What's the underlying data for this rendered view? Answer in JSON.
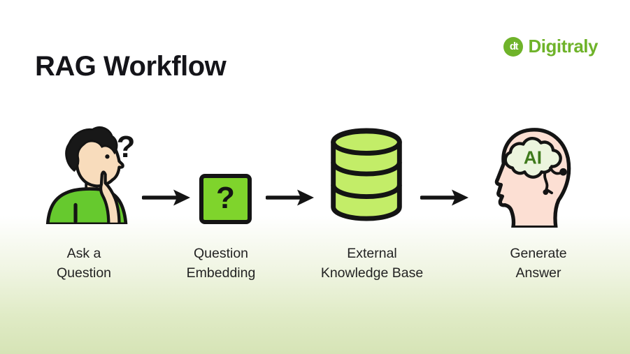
{
  "header": {
    "title": "RAG Workflow",
    "logo": {
      "mark": "dt",
      "name": "Digitraly"
    }
  },
  "glyphs": {
    "question_mark": "?",
    "ai": "AI"
  },
  "steps": [
    {
      "name": "ask-a-question",
      "label": "Ask a\nQuestion",
      "icon": "person-thinking-icon"
    },
    {
      "name": "question-embedding",
      "label": "Question\nEmbedding",
      "icon": "question-box-icon"
    },
    {
      "name": "external-knowledge-base",
      "label": "External\nKnowledge Base",
      "icon": "database-icon"
    },
    {
      "name": "generate-answer",
      "label": "Generate\nAnswer",
      "icon": "ai-head-icon"
    }
  ],
  "colors": {
    "accent_green": "#6fb32a",
    "shirt_green": "#66c92e",
    "box_green": "#7fd42c",
    "db_green": "#c3ed68",
    "skin": "#f8dcbc",
    "head_skin": "#fcdfd3",
    "brain_fill": "#ecf5de",
    "ai_text": "#3f7a1c",
    "outline": "#141414",
    "bg_bottom": "#d6e4b6"
  }
}
